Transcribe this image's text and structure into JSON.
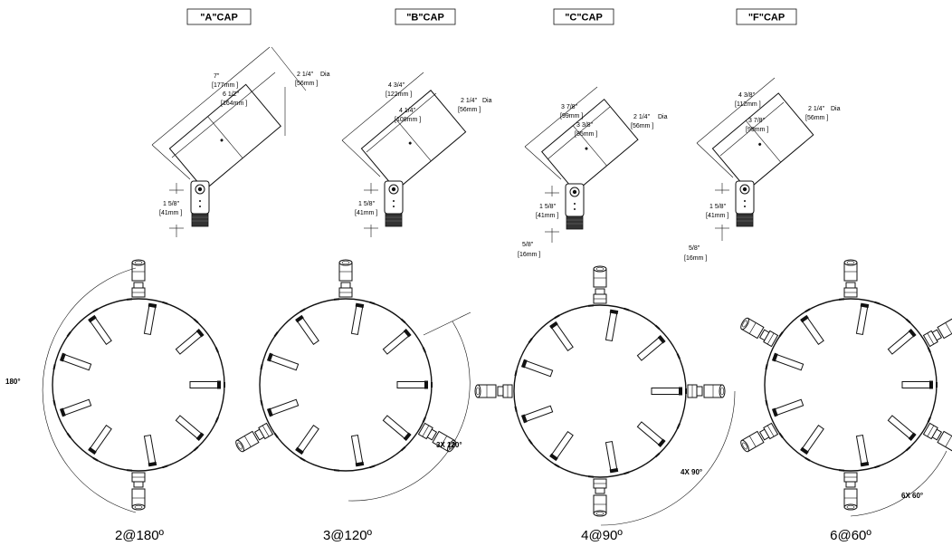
{
  "caps": [
    {
      "title": "\"A\"CAP",
      "dims": [
        "7\"",
        "[177mm ]",
        "6 1/2\"",
        "[164mm ]",
        "2 1/4\"",
        "Dia",
        "[56mm ]",
        "1 5/8\"",
        "[41mm ]"
      ]
    },
    {
      "title": "\"B\"CAP",
      "dims": [
        "4 3/4\"",
        "[122mm ]",
        "4 1/4\"",
        "[108mm ]",
        "2 1/4\"",
        "Dia",
        "[56mm ]",
        "1 5/8\"",
        "[41mm ]"
      ]
    },
    {
      "title": "\"C\"CAP",
      "dims": [
        "3 7/8\"",
        "[99mm ]",
        "3 3/8\"",
        "[85mm ]",
        "2 1/4\"",
        "Dia",
        "[56mm ]",
        "1 5/8\"",
        "[41mm ]",
        "5/8\"",
        "[16mm ]"
      ]
    },
    {
      "title": "\"F\"CAP",
      "dims": [
        "4 3/8\"",
        "[112mm ]",
        "3 7/8\"",
        "[99mm ]",
        "2 1/4\"",
        "Dia",
        "[56mm ]",
        "1 5/8\"",
        "[41mm ]",
        "5/8\"",
        "[16mm ]"
      ]
    }
  ],
  "configs": [
    {
      "label": "2@180º",
      "angle_label": "180°",
      "fixtures": 2
    },
    {
      "label": "3@120º",
      "angle_label": "3X 120°",
      "fixtures": 3
    },
    {
      "label": "4@90º",
      "angle_label": "4X 90°",
      "fixtures": 4
    },
    {
      "label": "6@60º",
      "angle_label": "6X 60°",
      "fixtures": 6
    }
  ]
}
